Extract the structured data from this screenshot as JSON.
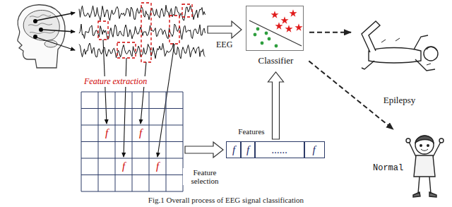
{
  "diagram": {
    "caption": "Fig.1 Overall process of EEG signal classification",
    "nodes": [
      {
        "text": [
          "f",
          "f",
          "f",
          "f"
        ]
      },
      {
        "text": [
          "f",
          "f",
          "......",
          "f"
        ]
      },
      {
        "text": [
          "Classifier"
        ]
      },
      {
        "text": [
          "Epilepsy"
        ]
      },
      {
        "text": [
          "Normal"
        ]
      }
    ],
    "edges": [
      {
        "from": 0,
        "to": 1,
        "arrow": "to",
        "label": "Feature selection"
      },
      {
        "from": 1,
        "to": 2,
        "arrow": "to",
        "label": "Features"
      },
      {
        "from": 2,
        "to": 3,
        "arrow": "to"
      },
      {
        "from": 2,
        "to": 4,
        "arrow": "to"
      }
    ],
    "labels": [
      "Feature extraction",
      "EEG"
    ]
  }
}
